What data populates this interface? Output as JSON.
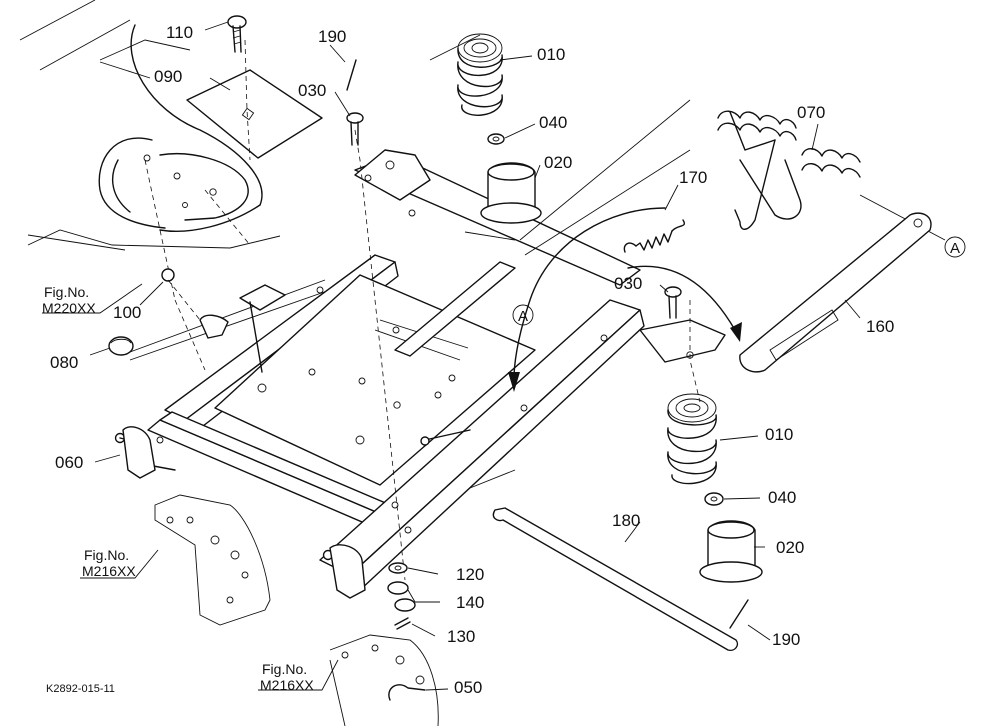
{
  "drawing_id": "K2892-015-11",
  "accent_colors": {
    "line": "#111111",
    "background": "#ffffff"
  },
  "part_labels": {
    "p110": "110",
    "p090": "090",
    "p190_top": "190",
    "p030_top": "030",
    "p010_top": "010",
    "p040_top": "040",
    "p020_top": "020",
    "p070": "070",
    "p170": "170",
    "p030_mid": "030",
    "p160": "160",
    "p100": "100",
    "p080": "080",
    "p060": "060",
    "p010_low": "010",
    "p040_low": "040",
    "p020_low": "020",
    "p180": "180",
    "p120": "120",
    "p140": "140",
    "p130": "130",
    "p190_low": "190",
    "p050": "050"
  },
  "circle_refs": {
    "right": "A",
    "center": "A"
  },
  "fig_refs": [
    {
      "label": "Fig.No.",
      "code": "M220XX"
    },
    {
      "label": "Fig.No.",
      "code": "M216XX"
    },
    {
      "label": "Fig.No.",
      "code": "M216XX"
    }
  ]
}
